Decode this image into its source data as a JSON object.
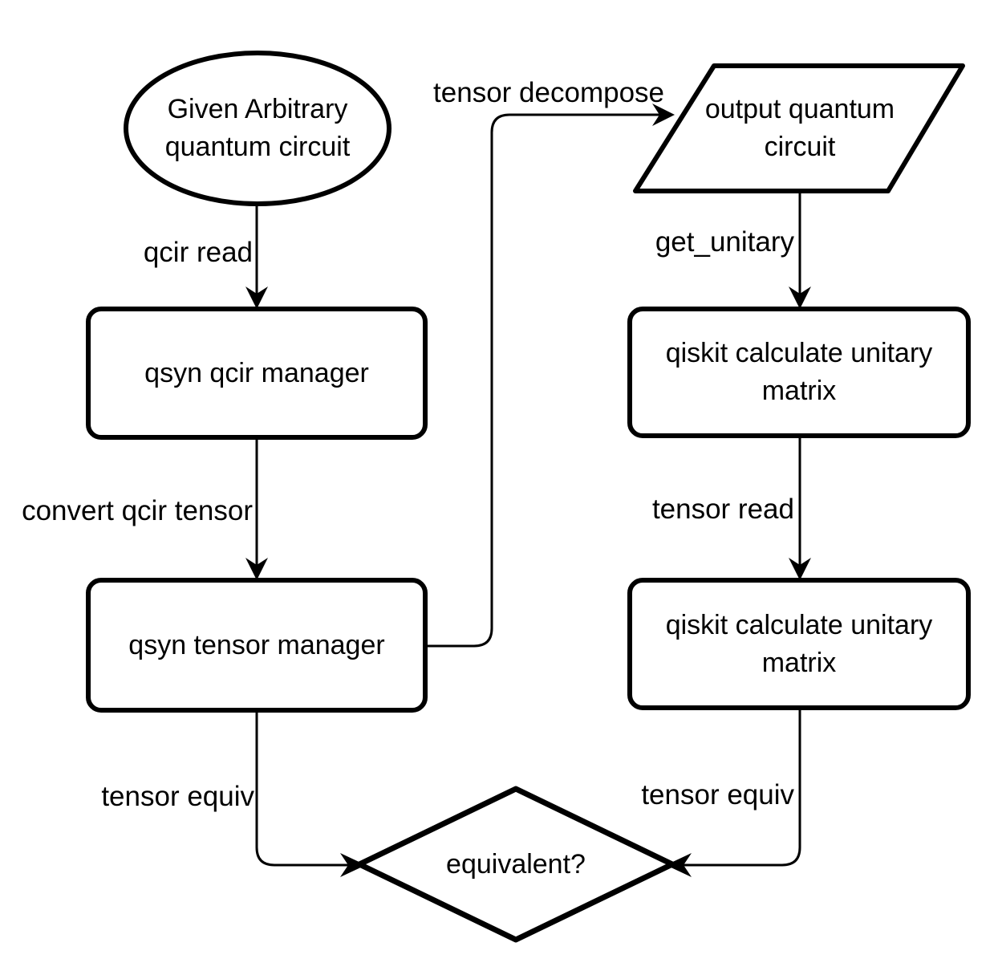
{
  "colors": {
    "ink": "#000000",
    "background": "#ffffff"
  },
  "nodes": {
    "given_circuit": {
      "shape": "ellipse",
      "lines": [
        "Given Arbitrary",
        "quantum circuit"
      ]
    },
    "output_circuit": {
      "shape": "parallelogram",
      "lines": [
        "output quantum",
        "circuit"
      ]
    },
    "qsyn_qcir_manager": {
      "shape": "rounded-rect",
      "lines": [
        "qsyn qcir manager"
      ]
    },
    "qiskit_unitary_top": {
      "shape": "rounded-rect",
      "lines": [
        "qiskit calculate unitary",
        "matrix"
      ]
    },
    "qsyn_tensor_manager": {
      "shape": "rounded-rect",
      "lines": [
        "qsyn tensor manager"
      ]
    },
    "qiskit_unitary_bottom": {
      "shape": "rounded-rect",
      "lines": [
        "qiskit calculate unitary",
        "matrix"
      ]
    },
    "equivalent": {
      "shape": "diamond",
      "lines": [
        "equivalent?"
      ]
    }
  },
  "edges": {
    "qcir_read": {
      "label": "qcir read"
    },
    "tensor_decompose": {
      "label": "tensor decompose"
    },
    "get_unitary": {
      "label": "get_unitary"
    },
    "convert_qcir_tensor": {
      "label": "convert qcir tensor"
    },
    "tensor_read": {
      "label": "tensor read"
    },
    "tensor_equiv_left": {
      "label": "tensor equiv"
    },
    "tensor_equiv_right": {
      "label": "tensor equiv"
    }
  }
}
